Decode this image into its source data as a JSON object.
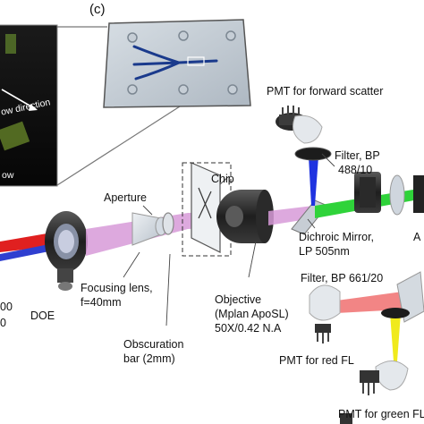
{
  "panel_tag": "(c)",
  "inset": {
    "flow_direction": "ow direction",
    "bottom_fragment": "ow"
  },
  "labels": {
    "pmt_forward": "PMT for forward scatter",
    "filter_488_line1": "Filter, BP",
    "filter_488_line2": "488/10",
    "chip": "Chip",
    "aperture": "Aperture",
    "dichroic_line1": "Dichroic Mirror,",
    "dichroic_line2": "LP 505nm",
    "a_fragment": "A",
    "filter_661": "Filter, BP 661/20",
    "focusing_line1": "Focusing lens,",
    "focusing_line2": "f=40mm",
    "objective_line1": "Objective",
    "objective_line2": "(Mplan ApoSL)",
    "objective_line3": "50X/0.42 N.A",
    "doe": "DOE",
    "left_fragment_1": "00",
    "left_fragment_2": "0",
    "obscuration_line1": "Obscuration",
    "obscuration_line2": "bar (2mm)",
    "pmt_red": "PMT for red FL",
    "pmt_green": "PMT for green FL"
  },
  "colors": {
    "laser_red": "#e02020",
    "laser_blue": "#2f3fd0",
    "beam_pink": "#d79ad8",
    "beam_green": "#2fd33a",
    "beam_blue": "#1f33e0",
    "beam_yellow": "#f0ea1c",
    "beam_red": "#f07070",
    "metal_dark": "#2b2b2b",
    "chip_channel": "#1a3a8c"
  }
}
